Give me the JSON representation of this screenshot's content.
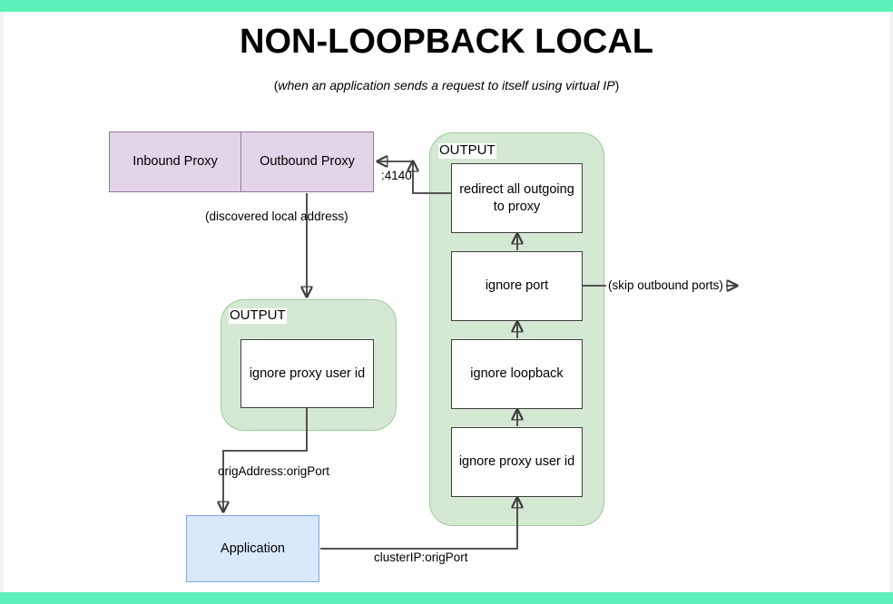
{
  "page": {
    "title": "NON-LOOPBACK LOCAL",
    "subtitle_open": "(",
    "subtitle_italic": "when an application sends a request to itself using virtual IP",
    "subtitle_close": ")",
    "accent_bar_color": "#5df0b9",
    "background_color": "#ffffff"
  },
  "colors": {
    "purple_fill": "#e1d5e7",
    "purple_stroke": "#9673a6",
    "green_fill": "#d5e8d4",
    "green_stroke": "#9fca9b",
    "blue_fill": "#dae8fc",
    "blue_stroke": "#7ea6e0",
    "box_fill": "#ffffff",
    "box_stroke": "#3f3f3f",
    "text": "#000000"
  },
  "proxy": {
    "inbound_label": "Inbound Proxy",
    "outbound_label": "Outbound Proxy"
  },
  "groups": {
    "left_output_label": "OUTPUT",
    "right_output_label": "OUTPUT"
  },
  "nodes": {
    "left_chain": [
      {
        "label": "ignore proxy user id"
      }
    ],
    "right_chain": [
      {
        "label": "redirect all outgoing to proxy",
        "line1": "redirect all outgoing",
        "line2": "to proxy"
      },
      {
        "label": "ignore port"
      },
      {
        "label": "ignore loopback"
      },
      {
        "label": "ignore proxy user id"
      }
    ],
    "application": {
      "label": "Application"
    }
  },
  "edge_labels": {
    "port": ":4140",
    "discovered_local_address": "(discovered local address)",
    "skip_outbound_ports": "(skip outbound ports)",
    "orig_address_orig_port": "origAddress:origPort",
    "cluster_ip_orig_port": "clusterIP:origPort"
  }
}
